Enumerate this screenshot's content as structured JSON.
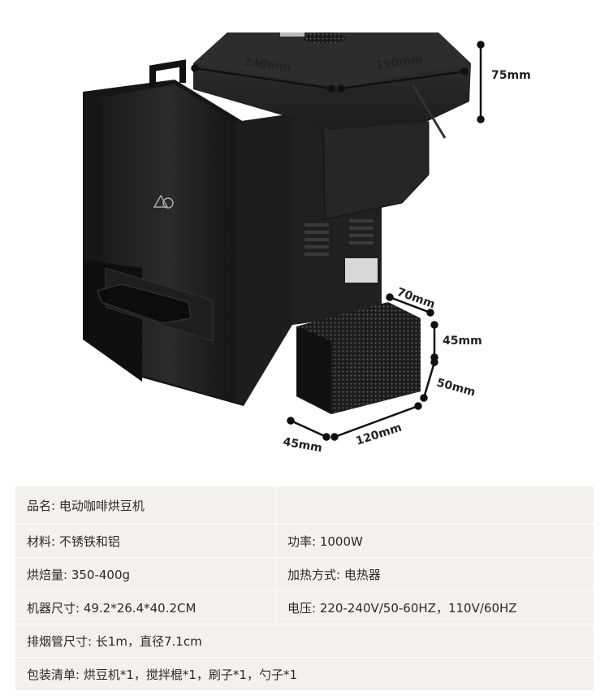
{
  "dimensions": {
    "top_width": "240mm",
    "top_depth": "190mm",
    "top_height": "75mm",
    "tray_depth": "70mm",
    "tray_height": "45mm",
    "tray_side": "50mm",
    "base_left": "45mm",
    "base_front": "120mm"
  },
  "specs": {
    "name": "品名: 电动咖啡烘豆机",
    "material": "材料: 不锈铁和铝",
    "power": "功率: 1000W",
    "capacity": "烘焙量: 350-400g",
    "heating": "加热方式: 电热器",
    "size": "机器尺寸: 49.2*26.4*40.2CM",
    "voltage": "电压: 220-240V/50-60HZ，110V/60HZ",
    "exhaust": "排烟管尺寸: 长1m，直径7.1cm",
    "package": "包装清单: 烘豆机*1，搅拌棍*1，刷子*1，勺子*1"
  }
}
